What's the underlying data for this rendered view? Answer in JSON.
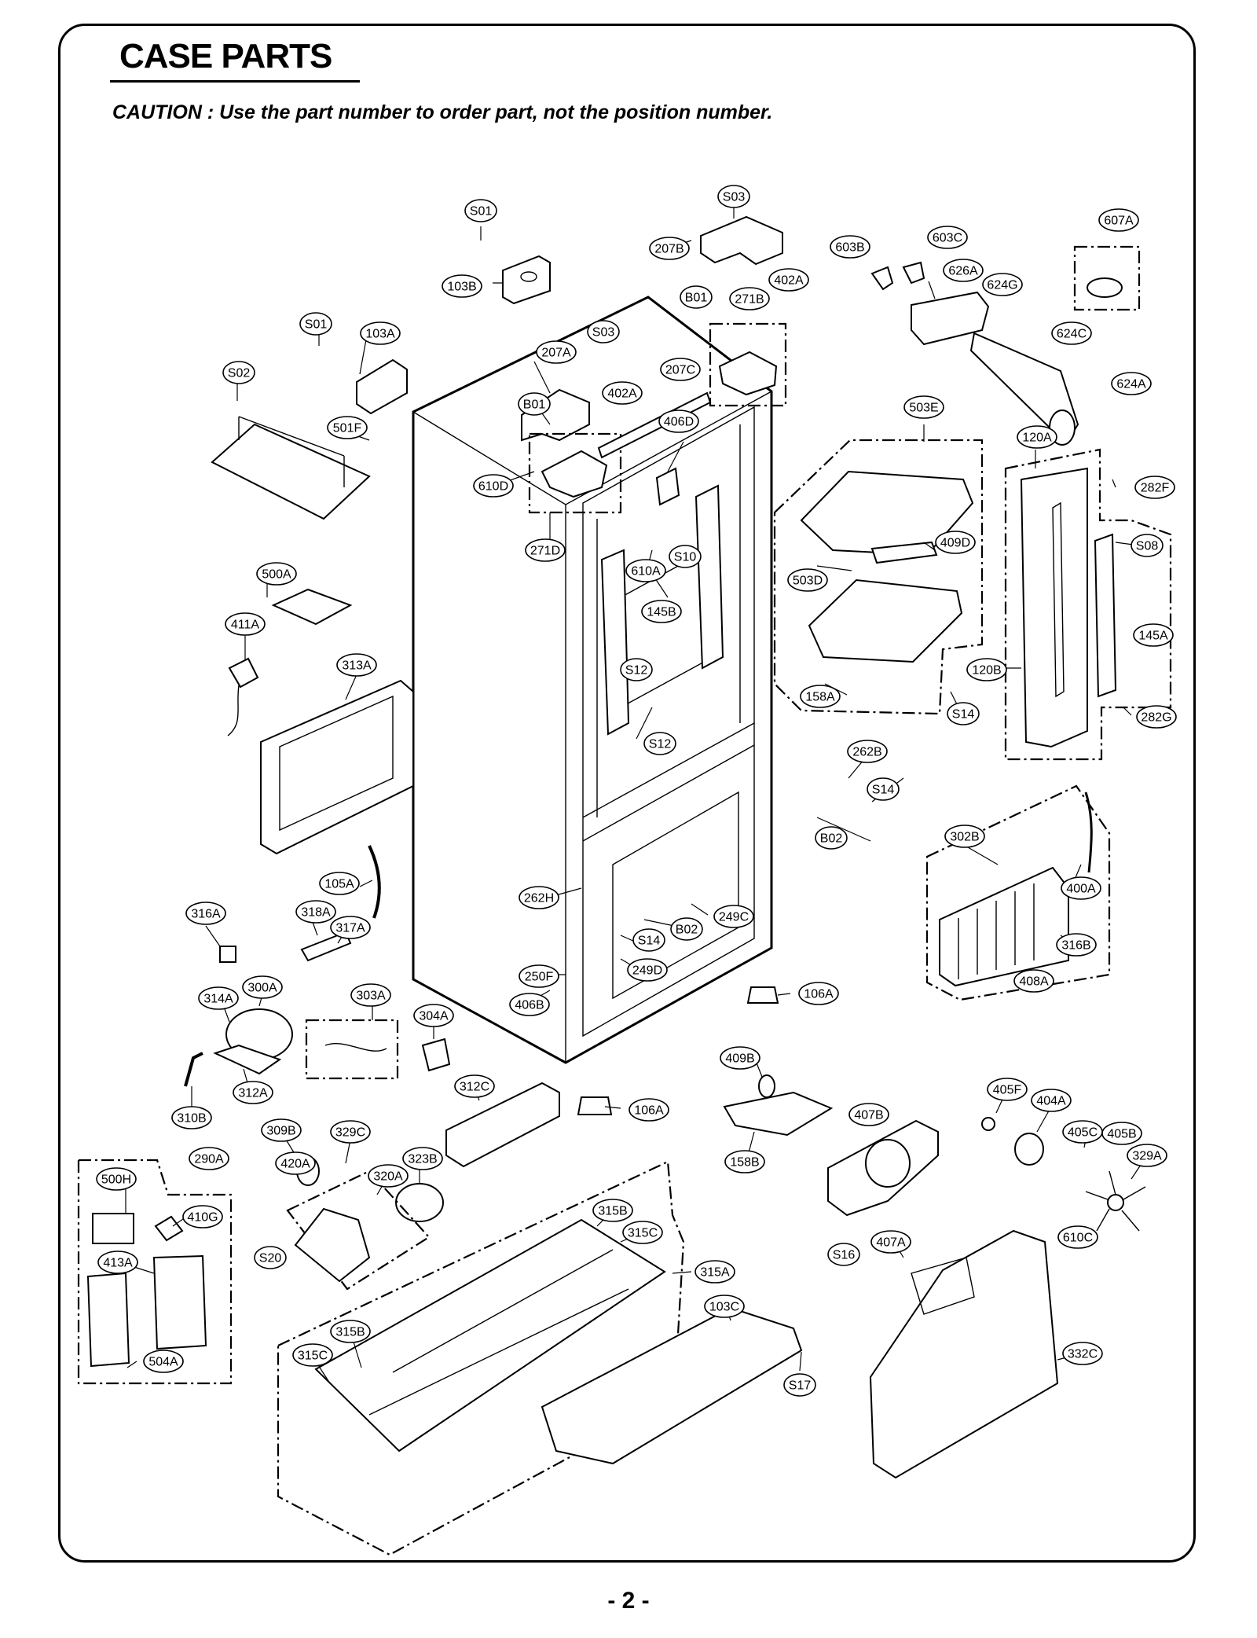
{
  "header": {
    "title": "CASE PARTS",
    "caution": "CAUTION : Use the part number to order part, not the position number."
  },
  "footer": {
    "page": "- 2 -"
  },
  "callouts": [
    {
      "id": "S01-top",
      "label": "S01"
    },
    {
      "id": "S03-top",
      "label": "S03"
    },
    {
      "id": "607A",
      "label": "607A"
    },
    {
      "id": "207B",
      "label": "207B"
    },
    {
      "id": "603B",
      "label": "603B"
    },
    {
      "id": "603C",
      "label": "603C"
    },
    {
      "id": "402A-top",
      "label": "402A"
    },
    {
      "id": "103B",
      "label": "103B"
    },
    {
      "id": "626A",
      "label": "626A"
    },
    {
      "id": "624G",
      "label": "624G"
    },
    {
      "id": "B01-top",
      "label": "B01"
    },
    {
      "id": "271B",
      "label": "271B"
    },
    {
      "id": "S01-left",
      "label": "S01"
    },
    {
      "id": "103A",
      "label": "103A"
    },
    {
      "id": "S03-mid",
      "label": "S03"
    },
    {
      "id": "624C",
      "label": "624C"
    },
    {
      "id": "207A",
      "label": "207A"
    },
    {
      "id": "207C",
      "label": "207C"
    },
    {
      "id": "S02",
      "label": "S02"
    },
    {
      "id": "402A-mid",
      "label": "402A"
    },
    {
      "id": "624A",
      "label": "624A"
    },
    {
      "id": "B01-mid",
      "label": "B01"
    },
    {
      "id": "503E",
      "label": "503E"
    },
    {
      "id": "406D",
      "label": "406D"
    },
    {
      "id": "501F",
      "label": "501F"
    },
    {
      "id": "120A",
      "label": "120A"
    },
    {
      "id": "610D",
      "label": "610D"
    },
    {
      "id": "282F",
      "label": "282F"
    },
    {
      "id": "409D",
      "label": "409D"
    },
    {
      "id": "S08",
      "label": "S08"
    },
    {
      "id": "271D",
      "label": "271D"
    },
    {
      "id": "S10",
      "label": "S10"
    },
    {
      "id": "610A",
      "label": "610A"
    },
    {
      "id": "500A",
      "label": "500A"
    },
    {
      "id": "503D",
      "label": "503D"
    },
    {
      "id": "145B",
      "label": "145B"
    },
    {
      "id": "411A",
      "label": "411A"
    },
    {
      "id": "145A",
      "label": "145A"
    },
    {
      "id": "313A",
      "label": "313A"
    },
    {
      "id": "S12-a",
      "label": "S12"
    },
    {
      "id": "120B",
      "label": "120B"
    },
    {
      "id": "158A",
      "label": "158A"
    },
    {
      "id": "S14-a",
      "label": "S14"
    },
    {
      "id": "282G",
      "label": "282G"
    },
    {
      "id": "S12-b",
      "label": "S12"
    },
    {
      "id": "262B",
      "label": "262B"
    },
    {
      "id": "S14-b",
      "label": "S14"
    },
    {
      "id": "B02-a",
      "label": "B02"
    },
    {
      "id": "302B",
      "label": "302B"
    },
    {
      "id": "105A",
      "label": "105A"
    },
    {
      "id": "262H",
      "label": "262H"
    },
    {
      "id": "400A",
      "label": "400A"
    },
    {
      "id": "249C",
      "label": "249C"
    },
    {
      "id": "316A",
      "label": "316A"
    },
    {
      "id": "318A",
      "label": "318A"
    },
    {
      "id": "317A",
      "label": "317A"
    },
    {
      "id": "B02-b",
      "label": "B02"
    },
    {
      "id": "S14-c",
      "label": "S14"
    },
    {
      "id": "316B",
      "label": "316B"
    },
    {
      "id": "249D",
      "label": "249D"
    },
    {
      "id": "408A",
      "label": "408A"
    },
    {
      "id": "250F",
      "label": "250F"
    },
    {
      "id": "106A-a",
      "label": "106A"
    },
    {
      "id": "314A",
      "label": "314A"
    },
    {
      "id": "300A",
      "label": "300A"
    },
    {
      "id": "303A",
      "label": "303A"
    },
    {
      "id": "406B",
      "label": "406B"
    },
    {
      "id": "304A",
      "label": "304A"
    },
    {
      "id": "409B",
      "label": "409B"
    },
    {
      "id": "312C",
      "label": "312C"
    },
    {
      "id": "405F",
      "label": "405F"
    },
    {
      "id": "312A",
      "label": "312A"
    },
    {
      "id": "404A",
      "label": "404A"
    },
    {
      "id": "106A-b",
      "label": "106A"
    },
    {
      "id": "407B",
      "label": "407B"
    },
    {
      "id": "310B",
      "label": "310B"
    },
    {
      "id": "405C",
      "label": "405C"
    },
    {
      "id": "405B",
      "label": "405B"
    },
    {
      "id": "309B",
      "label": "309B"
    },
    {
      "id": "329C",
      "label": "329C"
    },
    {
      "id": "329A",
      "label": "329A"
    },
    {
      "id": "290A",
      "label": "290A"
    },
    {
      "id": "323B",
      "label": "323B"
    },
    {
      "id": "420A",
      "label": "420A"
    },
    {
      "id": "158B",
      "label": "158B"
    },
    {
      "id": "500H",
      "label": "500H"
    },
    {
      "id": "320A",
      "label": "320A"
    },
    {
      "id": "410G",
      "label": "410G"
    },
    {
      "id": "315B-a",
      "label": "315B"
    },
    {
      "id": "315C-a",
      "label": "315C"
    },
    {
      "id": "610C",
      "label": "610C"
    },
    {
      "id": "407A",
      "label": "407A"
    },
    {
      "id": "S16",
      "label": "S16"
    },
    {
      "id": "S20",
      "label": "S20"
    },
    {
      "id": "413A",
      "label": "413A"
    },
    {
      "id": "315A",
      "label": "315A"
    },
    {
      "id": "103C",
      "label": "103C"
    },
    {
      "id": "315B-b",
      "label": "315B"
    },
    {
      "id": "332C",
      "label": "332C"
    },
    {
      "id": "315C-b",
      "label": "315C"
    },
    {
      "id": "504A",
      "label": "504A"
    },
    {
      "id": "S17",
      "label": "S17"
    }
  ]
}
